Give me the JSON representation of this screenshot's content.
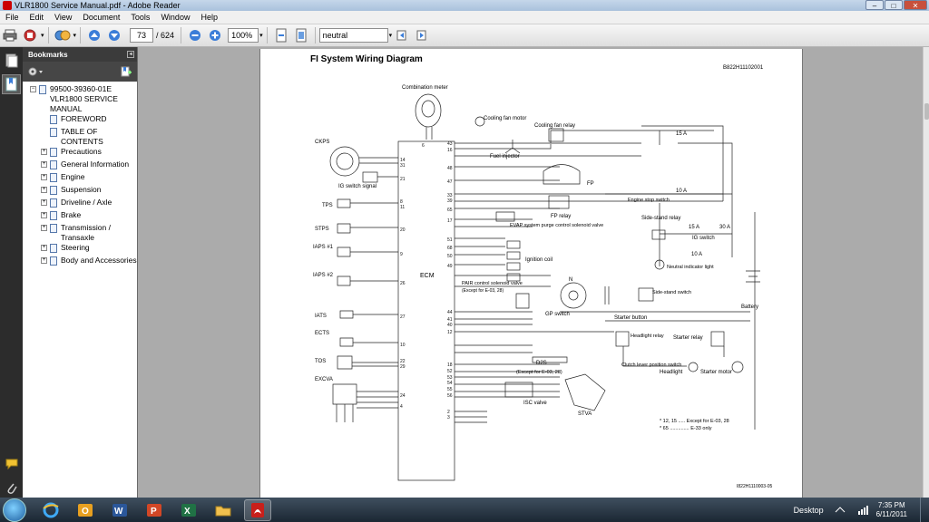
{
  "window": {
    "title": "VLR1800 Service Manual.pdf - Adobe Reader",
    "controls": {
      "minimize": "–",
      "maximize": "□",
      "close": "✕"
    }
  },
  "menu": [
    "File",
    "Edit",
    "View",
    "Document",
    "Tools",
    "Window",
    "Help"
  ],
  "toolbar": {
    "page_current": "73",
    "page_total": "/ 624",
    "zoom": "100%",
    "search_value": "neutral"
  },
  "bookmarks": {
    "title": "Bookmarks",
    "collapse": "◂",
    "root_label": "99500-39360-01E VLR1800 SERVICE MANUAL",
    "items": [
      {
        "label": "FOREWORD",
        "expandable": false
      },
      {
        "label": "TABLE OF CONTENTS",
        "expandable": false
      },
      {
        "label": "Precautions",
        "expandable": true
      },
      {
        "label": "General Information",
        "expandable": true
      },
      {
        "label": "Engine",
        "expandable": true
      },
      {
        "label": "Suspension",
        "expandable": true
      },
      {
        "label": "Driveline / Axle",
        "expandable": true
      },
      {
        "label": "Brake",
        "expandable": true
      },
      {
        "label": "Transmission / Transaxle",
        "expandable": true
      },
      {
        "label": "Steering",
        "expandable": true
      },
      {
        "label": "Body and Accessories",
        "expandable": true
      }
    ]
  },
  "diagram": {
    "title": "FI System Wiring Diagram",
    "code_top": "B822H11102001",
    "code_bottom": "I822H1110003-05",
    "labels": {
      "combination_meter": "Combination meter",
      "cooling_fan_motor": "Cooling fan motor",
      "cooling_fan_relay": "Cooling fan relay",
      "ckps": "CKPS",
      "fuel_injector": "Fuel injector",
      "fp": "FP",
      "fp_relay": "FP relay",
      "ig_switch_signal": "IG switch signal",
      "tps": "TPS",
      "stps": "STPS",
      "iaps1": "IAPS #1",
      "iaps2": "IAPS #2",
      "iats": "IATS",
      "ects": "ECTS",
      "tos": "TOS",
      "excva": "EXCVA",
      "ecm": "ECM",
      "evap": "EVAP system purge control solenoid valve",
      "ignition_coil": "Ignition coil",
      "pair": "PAIR control solenoid valve",
      "pair_note": "(Except for E-03, 28)",
      "gp_switch": "GP switch",
      "d2s": "D2S",
      "d2s_note": "(Except for E-03, 28)",
      "isc_valve": "ISC valve",
      "stva": "STVA",
      "engine_stop_switch": "Engine stop switch",
      "side_stand_relay": "Side-stand relay",
      "ig_switch": "IG switch",
      "neutral_light": "Neutral indicator light",
      "side_stand_switch": "Side-stand switch",
      "starter_button": "Starter button",
      "battery": "Battery",
      "headlight_relay": "Headlight relay",
      "starter_relay": "Starter relay",
      "clutch_switch": "Clutch lever position switch",
      "headlight": "Headlight",
      "starter_motor": "Starter motor",
      "fuse_15a_1": "15 A",
      "fuse_10a_1": "10 A",
      "fuse_15a_2": "15 A",
      "fuse_30a": "30 A",
      "fuse_10a_2": "10 A",
      "note1": "* 12, 15 ..... Except for E-03, 28",
      "note2": "* 65 .............. E-33 only",
      "gp_num": "N"
    }
  },
  "taskbar": {
    "desktop_label": "Desktop",
    "time": "7:35 PM",
    "date": "6/11/2011"
  }
}
